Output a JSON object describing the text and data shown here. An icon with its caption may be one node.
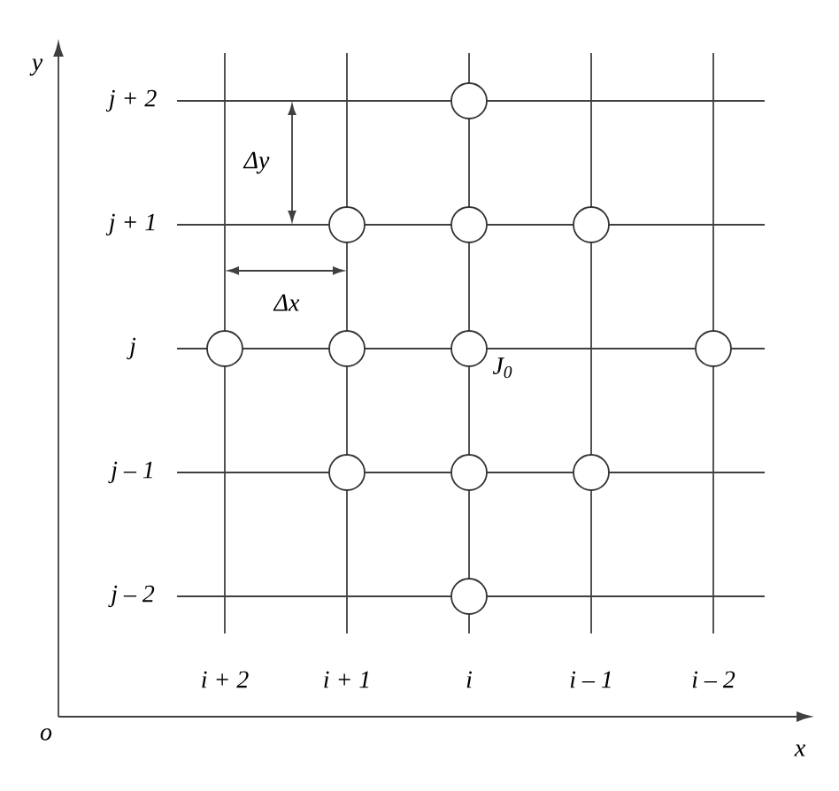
{
  "diagram": {
    "nodes": [
      {
        "text": [],
        "shape": "circle"
      },
      {
        "text": [],
        "shape": "circle"
      },
      {
        "text": [],
        "shape": "circle"
      },
      {
        "text": [],
        "shape": "circle"
      },
      {
        "text": [],
        "shape": "circle"
      },
      {
        "text": [],
        "shape": "circle"
      },
      {
        "text": [],
        "shape": "circle",
        "beside": [
          "J$_{0}$"
        ]
      },
      {
        "text": [],
        "shape": "circle"
      },
      {
        "text": [],
        "shape": "circle"
      },
      {
        "text": [],
        "shape": "circle"
      },
      {
        "text": [],
        "shape": "circle"
      },
      {
        "text": [],
        "shape": "circle"
      }
    ],
    "edges": [],
    "labels": [
      "y",
      "j + 2",
      "Δy",
      "j + 1",
      "Δx",
      "j",
      "j – 1",
      "j – 2",
      "i + 2",
      "i + 1",
      "i",
      "i – 1",
      "i – 2",
      "o",
      "x"
    ]
  }
}
